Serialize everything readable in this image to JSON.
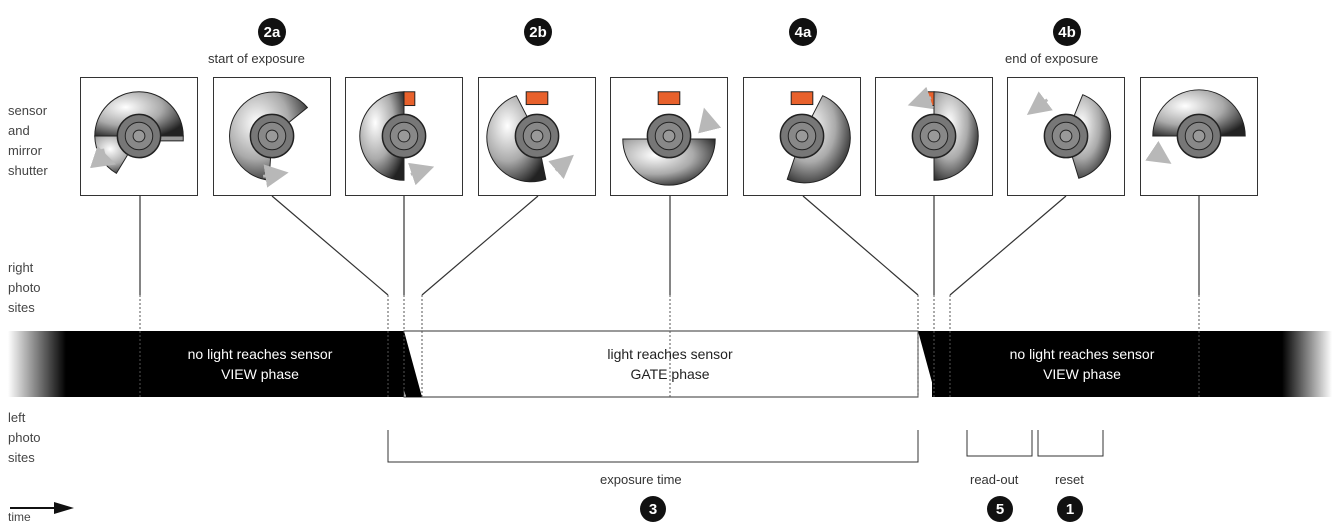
{
  "markers": {
    "m2a": "2a",
    "m2b": "2b",
    "m4a": "4a",
    "m4b": "4b",
    "m3": "3",
    "m5": "5",
    "m1": "1"
  },
  "captions": {
    "start_of_exposure": "start of exposure",
    "end_of_exposure": "end of exposure"
  },
  "row_labels": {
    "sensor_mirror": "sensor\nand\nmirror\nshutter",
    "right_sites": "right\nphoto\nsites",
    "left_sites": "left\nphoto\nsites",
    "time": "time"
  },
  "phases": {
    "view_left_line1": "no light reaches sensor",
    "view_left_line2": "VIEW phase",
    "gate_line1": "light reaches sensor",
    "gate_line2": "GATE phase",
    "view_right_line1": "no light reaches sensor",
    "view_right_line2": "VIEW phase"
  },
  "brackets": {
    "exposure_time": "exposure time",
    "read_out": "read-out",
    "reset": "reset"
  },
  "colors": {
    "window": "#e8612c",
    "band_dark": "#000000",
    "arrow": "#b8b8b8"
  },
  "panel_icons": [
    "shutter-start-icon",
    "shutter-opening-icon",
    "shutter-edge-icon",
    "shutter-open-icon",
    "shutter-rotating-icon",
    "shutter-closing-icon",
    "shutter-edge-closing-icon",
    "shutter-closed-icon",
    "shutter-reset-icon"
  ]
}
